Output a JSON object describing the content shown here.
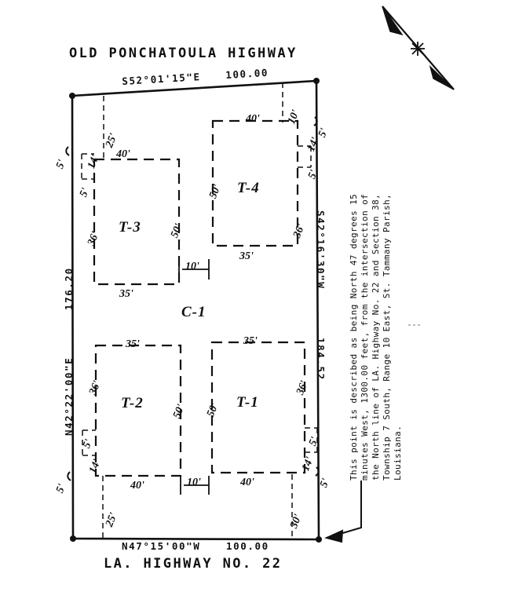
{
  "document": {
    "type": "survey-plat",
    "top_road": "OLD PONCHATOULA HIGHWAY",
    "bottom_road": "LA. HIGHWAY NO. 22",
    "center_label": "C-1"
  },
  "boundary": {
    "north": {
      "bearing": "S52°01'15\"E",
      "distance": "100.00"
    },
    "east": {
      "bearing": "S42°16'30\"W",
      "distance": "184.52"
    },
    "south": {
      "bearing": "N47°15'00\"W",
      "distance": "100.00"
    },
    "west": {
      "bearing": "N42°22'00\"E",
      "distance": "176.20"
    }
  },
  "note": {
    "lines": [
      "This point is described as being North 47 degrees 15",
      "minutes West, 1300.00 feet, from the intersection of",
      "the North line of LA. Highway No. 22 and Section 38,",
      "Township 7 South, Range 10 East, St. Tammany Parish,",
      "Louisiana."
    ]
  },
  "north_arrow": {
    "label": "north-arrow"
  },
  "buildings": [
    {
      "id": "T-3",
      "top": "40'",
      "bottom": "35'",
      "inner_side": "50'",
      "offsets": [
        "14'",
        "5'",
        "36'"
      ]
    },
    {
      "id": "T-4",
      "top": "40'",
      "bottom": "35'",
      "inner_side": "50'",
      "offsets": [
        "14'",
        "5'",
        "36'"
      ]
    },
    {
      "id": "T-2",
      "top": "35'",
      "bottom": "40'",
      "inner_side": "50'",
      "offsets": [
        "36'",
        "5'",
        "14'"
      ]
    },
    {
      "id": "T-1",
      "top": "35'",
      "bottom": "40'",
      "inner_side": "50'",
      "offsets": [
        "36'",
        "5'",
        "14'"
      ]
    }
  ],
  "dimensions": {
    "corner_offset": "5'",
    "setback_top_left": "25'",
    "setback_top_right": "10'",
    "setback_bottom_left": "25'",
    "setback_bottom_right": "30'",
    "gap_upper": "10'",
    "gap_lower": "10'"
  },
  "labels": {
    "d40": "40'",
    "d35": "35'",
    "d50": "50'",
    "d36": "36'",
    "d25": "25'",
    "d14": "14'",
    "d10": "10'",
    "d5": "5'",
    "d30": "30'"
  }
}
